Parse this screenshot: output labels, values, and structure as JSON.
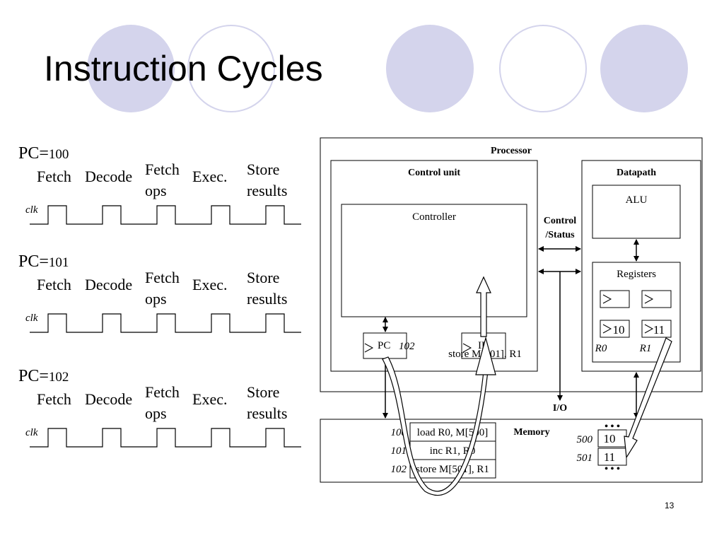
{
  "slide": {
    "title": "Instruction Cycles",
    "number": "13"
  },
  "timing": [
    {
      "pc_label": "PC=",
      "pc_value": "100",
      "phases": [
        "Fetch",
        "Decode",
        "Fetch ops",
        "Exec.",
        "Store results"
      ],
      "clk": "clk"
    },
    {
      "pc_label": "PC=",
      "pc_value": "101",
      "phases": [
        "Fetch",
        "Decode",
        "Fetch ops",
        "Exec.",
        "Store results"
      ],
      "clk": "clk"
    },
    {
      "pc_label": "PC=",
      "pc_value": "102",
      "phases": [
        "Fetch",
        "Decode",
        "Fetch ops",
        "Exec.",
        "Store results"
      ],
      "clk": "clk"
    }
  ],
  "diagram": {
    "processor": "Processor",
    "control_unit": "Control unit",
    "controller": "Controller",
    "datapath": "Datapath",
    "alu": "ALU",
    "registers": "Registers",
    "control_status": [
      "Control",
      "/Status"
    ],
    "io": "I/O",
    "memory": "Memory",
    "pc_label": "PC",
    "pc_value": "102",
    "ir_label": "IR",
    "ir_content": "store M[501], R1",
    "reg_values": [
      "10",
      "11"
    ],
    "reg_names": [
      "R0",
      "R1"
    ],
    "program": [
      {
        "addr": "100",
        "instr": "load R0, M[500]"
      },
      {
        "addr": "101",
        "instr": "inc R1, R0"
      },
      {
        "addr": "102",
        "instr": "store M[501], R1"
      }
    ],
    "data_mem": [
      {
        "addr": "500",
        "value": "10"
      },
      {
        "addr": "501",
        "value": "11"
      }
    ],
    "ellipsis": "• • •"
  },
  "colors": {
    "decor_circle": "#d4d4ec",
    "line": "#000000"
  }
}
